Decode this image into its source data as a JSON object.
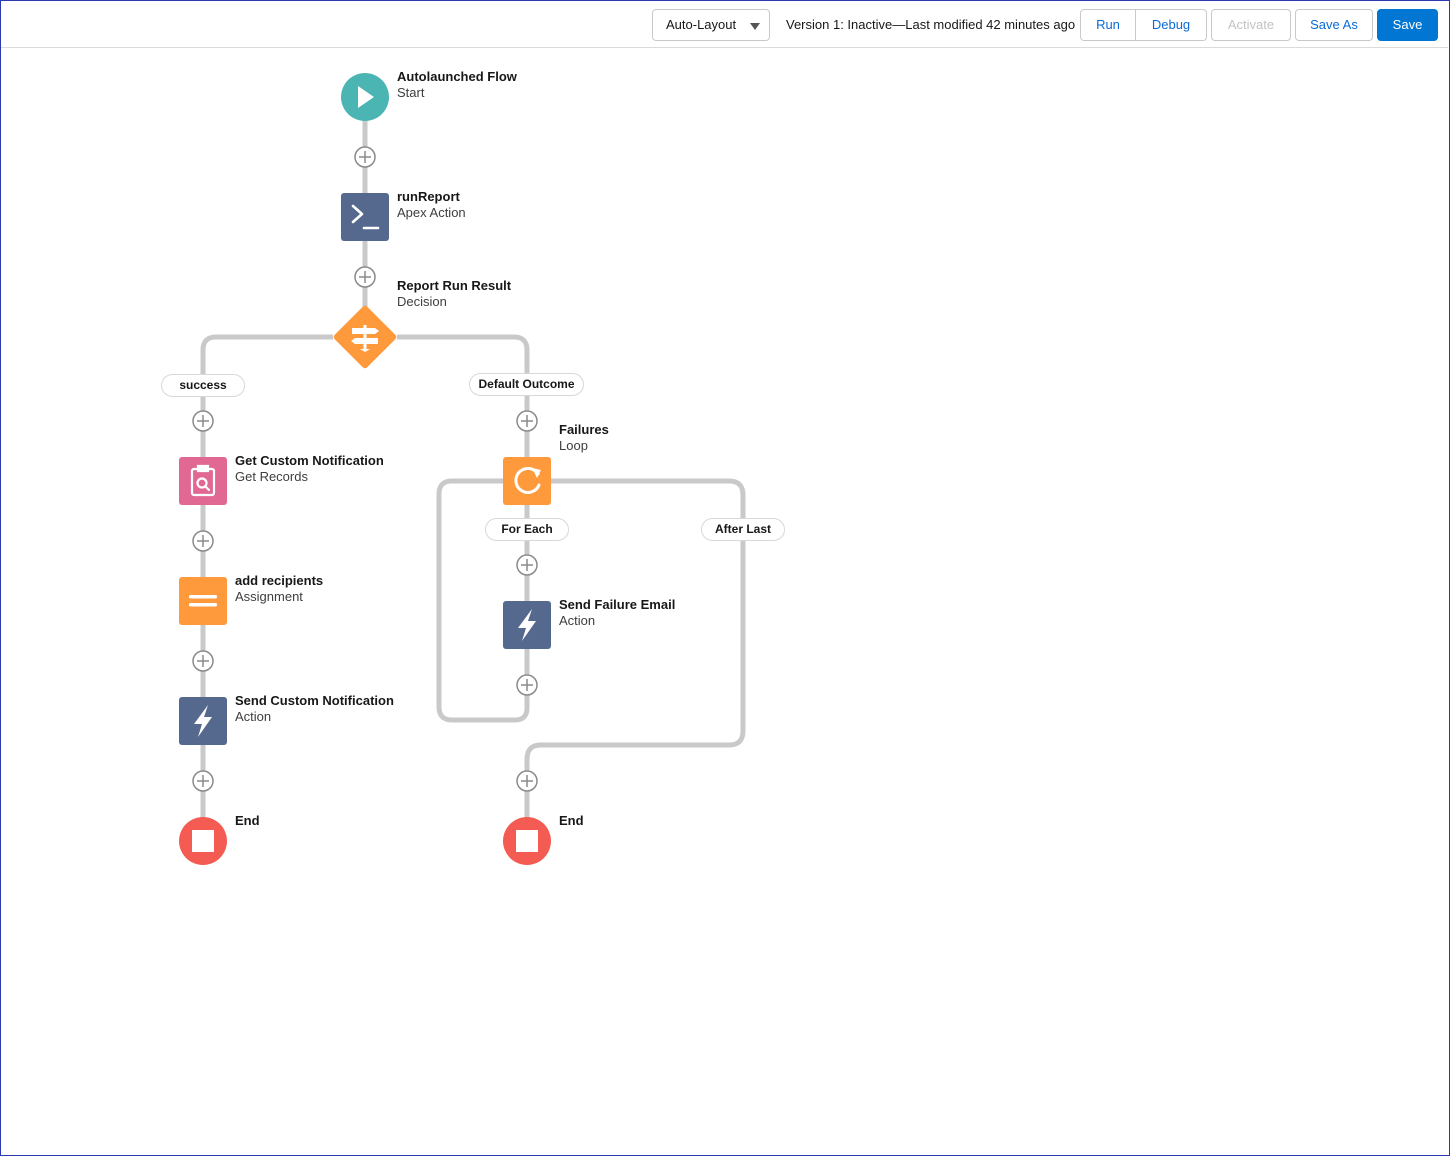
{
  "toolbar": {
    "layout_select": "Auto-Layout",
    "version_text": "Version 1: Inactive—Last modified 42 minutes ago",
    "run": "Run",
    "debug": "Debug",
    "activate": "Activate",
    "save_as": "Save As",
    "save": "Save"
  },
  "colors": {
    "start": "#4bb5b4",
    "apex_action": "#54698d",
    "decision": "#ff9a3c",
    "get_records": "#e16893",
    "assignment": "#ff9a3c",
    "loop": "#ff9a3c",
    "action": "#54698d",
    "end": "#f45b52",
    "connector": "#c9c9c9",
    "primary_button": "#0176d3"
  },
  "nodes": {
    "start": {
      "title": "Autolaunched Flow",
      "subtitle": "Start",
      "icon": "play-icon"
    },
    "run_report": {
      "title": "runReport",
      "subtitle": "Apex Action",
      "icon": "apex-terminal-icon"
    },
    "decision": {
      "title": "Report Run Result",
      "subtitle": "Decision",
      "icon": "decision-signpost-icon"
    },
    "get_custom_notification": {
      "title": "Get Custom Notification",
      "subtitle": "Get Records",
      "icon": "get-records-icon"
    },
    "add_recipients": {
      "title": "add recipients",
      "subtitle": "Assignment",
      "icon": "assignment-icon"
    },
    "send_custom_notification": {
      "title": "Send Custom Notification",
      "subtitle": "Action",
      "icon": "lightning-bolt-icon"
    },
    "end_left": {
      "title": "End",
      "icon": "stop-icon"
    },
    "loop": {
      "title": "Failures",
      "subtitle": "Loop",
      "icon": "loop-icon"
    },
    "send_failure_email": {
      "title": "Send Failure Email",
      "subtitle": "Action",
      "icon": "lightning-bolt-icon"
    },
    "end_right": {
      "title": "End",
      "icon": "stop-icon"
    }
  },
  "branches": {
    "success": "success",
    "default_outcome": "Default Outcome",
    "for_each": "For Each",
    "after_last": "After Last"
  }
}
